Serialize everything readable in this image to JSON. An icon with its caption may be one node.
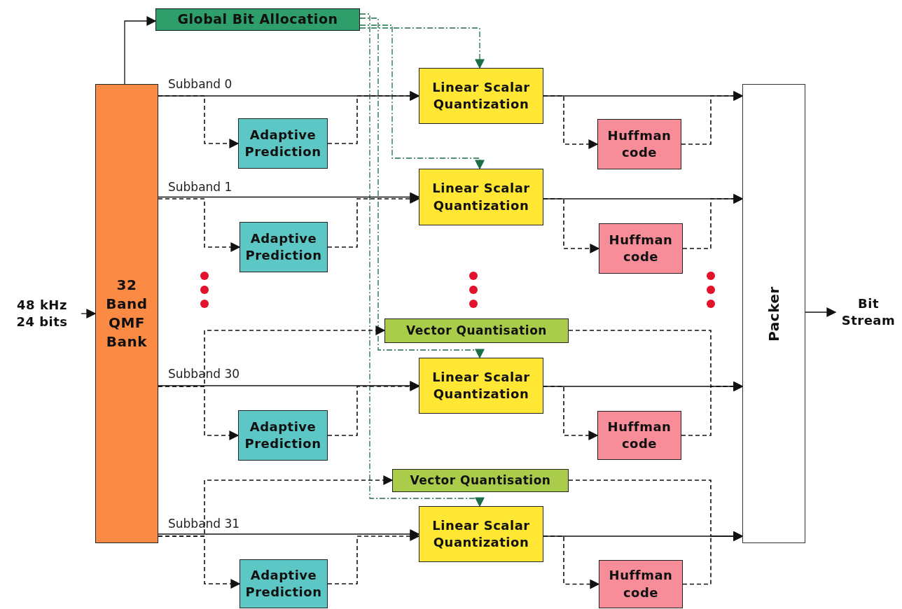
{
  "diagram": {
    "nodes": [
      {
        "text": [
          "Global Bit Allocation"
        ]
      },
      {
        "text": [
          "32 Band QMF Bank"
        ]
      },
      {
        "text": [
          "48 kHz 24 bits"
        ]
      },
      {
        "text": [
          "Packer"
        ]
      },
      {
        "text": [
          "Bit Stream"
        ]
      },
      {
        "text": [
          "Linear Scalar Quantization"
        ]
      },
      {
        "text": [
          "Adaptive Prediction"
        ]
      },
      {
        "text": [
          "Huffman code"
        ]
      },
      {
        "text": [
          "Linear Scalar Quantization"
        ]
      },
      {
        "text": [
          "Adaptive Prediction"
        ]
      },
      {
        "text": [
          "Huffman code"
        ]
      },
      {
        "text": [
          "Vector Quantisation"
        ]
      },
      {
        "text": [
          "Linear Scalar Quantization"
        ]
      },
      {
        "text": [
          "Adaptive Prediction"
        ]
      },
      {
        "text": [
          "Huffman code"
        ]
      },
      {
        "text": [
          "Vector Quantisation"
        ]
      },
      {
        "text": [
          "Linear Scalar Quantization"
        ]
      },
      {
        "text": [
          "Adaptive Prediction"
        ]
      },
      {
        "text": [
          "Huffman code"
        ]
      }
    ],
    "edges": [
      {
        "from": 2,
        "to": 1,
        "arrow": "to"
      },
      {
        "from": 1,
        "to": 0,
        "arrow": "to"
      },
      {
        "from": 0,
        "to": 5,
        "arrow": "to",
        "style": "dashed",
        "color": "#1b6e45"
      },
      {
        "from": 0,
        "to": 8,
        "arrow": "to",
        "style": "dashed",
        "color": "#1b6e45"
      },
      {
        "from": 0,
        "to": 12,
        "arrow": "to",
        "style": "dashed",
        "color": "#1b6e45"
      },
      {
        "from": 0,
        "to": 16,
        "arrow": "to",
        "style": "dashed",
        "color": "#1b6e45"
      },
      {
        "from": 1,
        "to": 5,
        "arrow": "to",
        "label": "Subband 0"
      },
      {
        "from": 1,
        "to": 6,
        "arrow": "to",
        "style": "dashed"
      },
      {
        "from": 6,
        "to": 5,
        "arrow": "to",
        "style": "dashed"
      },
      {
        "from": 5,
        "to": 3,
        "arrow": "to"
      },
      {
        "from": 5,
        "to": 7,
        "arrow": "to",
        "style": "dashed"
      },
      {
        "from": 7,
        "to": 3,
        "arrow": "to",
        "style": "dashed"
      },
      {
        "from": 1,
        "to": 8,
        "arrow": "to",
        "label": "Subband 1"
      },
      {
        "from": 1,
        "to": 9,
        "arrow": "to",
        "style": "dashed"
      },
      {
        "from": 9,
        "to": 8,
        "arrow": "to",
        "style": "dashed"
      },
      {
        "from": 8,
        "to": 3,
        "arrow": "to"
      },
      {
        "from": 8,
        "to": 10,
        "arrow": "to",
        "style": "dashed"
      },
      {
        "from": 10,
        "to": 3,
        "arrow": "to",
        "style": "dashed"
      },
      {
        "from": 1,
        "to": 11,
        "arrow": "to",
        "style": "dashed"
      },
      {
        "from": 11,
        "to": 3,
        "arrow": "to",
        "style": "dashed"
      },
      {
        "from": 1,
        "to": 12,
        "arrow": "to",
        "label": "Subband 30"
      },
      {
        "from": 1,
        "to": 13,
        "arrow": "to",
        "style": "dashed"
      },
      {
        "from": 13,
        "to": 12,
        "arrow": "to",
        "style": "dashed"
      },
      {
        "from": 12,
        "to": 3,
        "arrow": "to"
      },
      {
        "from": 12,
        "to": 14,
        "arrow": "to",
        "style": "dashed"
      },
      {
        "from": 14,
        "to": 3,
        "arrow": "to",
        "style": "dashed"
      },
      {
        "from": 1,
        "to": 15,
        "arrow": "to",
        "style": "dashed"
      },
      {
        "from": 15,
        "to": 3,
        "arrow": "to",
        "style": "dashed"
      },
      {
        "from": 1,
        "to": 16,
        "arrow": "to",
        "label": "Subband 31"
      },
      {
        "from": 1,
        "to": 17,
        "arrow": "to",
        "style": "dashed"
      },
      {
        "from": 17,
        "to": 16,
        "arrow": "to",
        "style": "dashed"
      },
      {
        "from": 16,
        "to": 3,
        "arrow": "to"
      },
      {
        "from": 16,
        "to": 18,
        "arrow": "to",
        "style": "dashed"
      },
      {
        "from": 18,
        "to": 3,
        "arrow": "to",
        "style": "dashed"
      },
      {
        "from": 3,
        "to": 4,
        "arrow": "to"
      }
    ]
  }
}
